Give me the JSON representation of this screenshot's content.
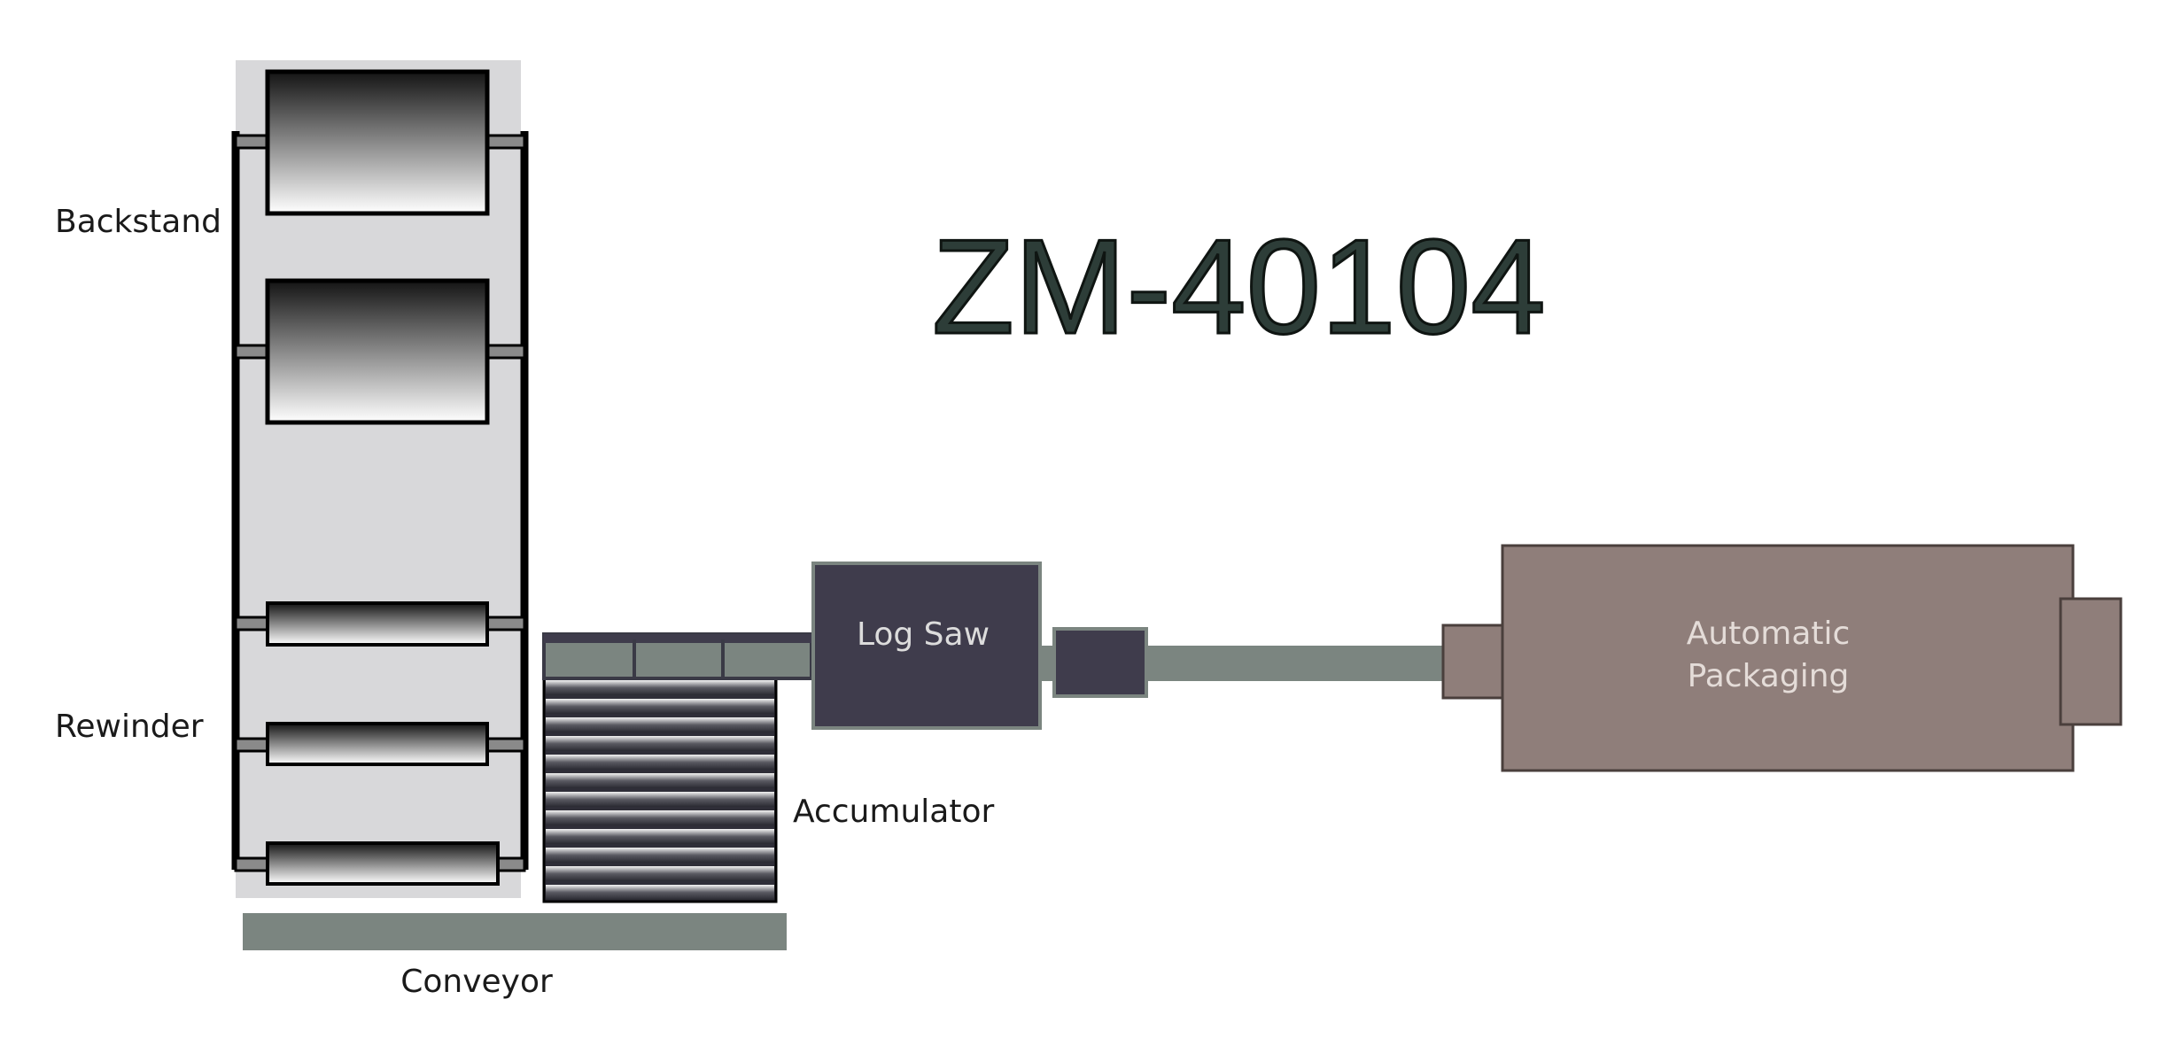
{
  "title": "ZM-40104",
  "labels": {
    "backstand": "Backstand",
    "rewinder": "Rewinder",
    "accumulator": "Accumulator",
    "conveyor": "Conveyor",
    "log_saw": "Log Saw",
    "automatic_packaging_line1": "Automatic",
    "automatic_packaging_line2": "Packaging"
  },
  "colors": {
    "title_fill": "#2d3d38",
    "frame_bg": "#d8d8da",
    "conveyor": "#7b8580",
    "log_saw": "#3f3c4c",
    "packaging": "#8f7e7a",
    "roll_dark": "#141414",
    "roll_light": "#ffffff",
    "label_text": "#1a1a1a",
    "packaging_text": "#e4dcd8"
  }
}
